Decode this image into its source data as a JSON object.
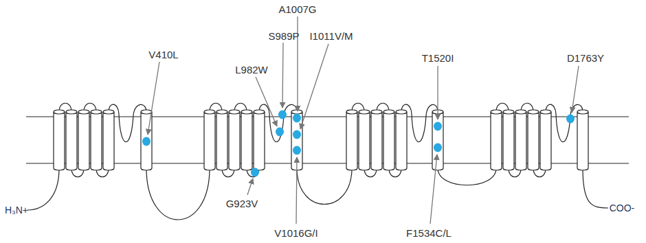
{
  "diagram": {
    "labels": [
      "V410L",
      "A1007G",
      "S989P",
      "I1011V/M",
      "L982W",
      "T1520I",
      "D1763Y",
      "G923V",
      "V1016G/I",
      "F1534C/L",
      "H₃N+",
      "COO-"
    ]
  }
}
